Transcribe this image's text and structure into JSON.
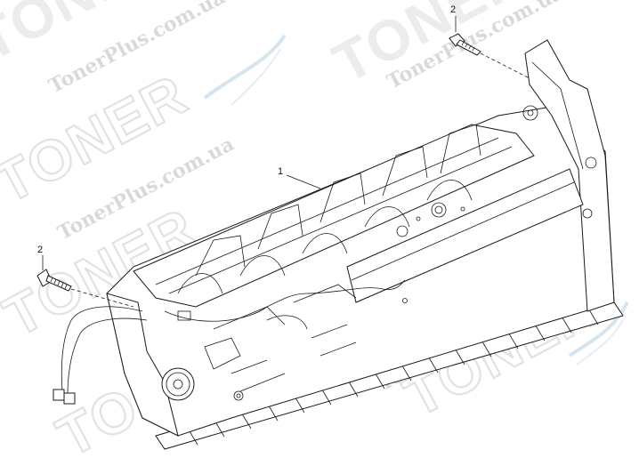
{
  "callouts": {
    "fuser_assembly": "1",
    "screw_top": "2",
    "screw_left": "2"
  },
  "watermark": {
    "logo": "TONER",
    "site": "TonerPlus.com.ua"
  },
  "colors": {
    "line": "#1a1a1a",
    "watermark": "#d9d9d9",
    "background": "#ffffff"
  }
}
